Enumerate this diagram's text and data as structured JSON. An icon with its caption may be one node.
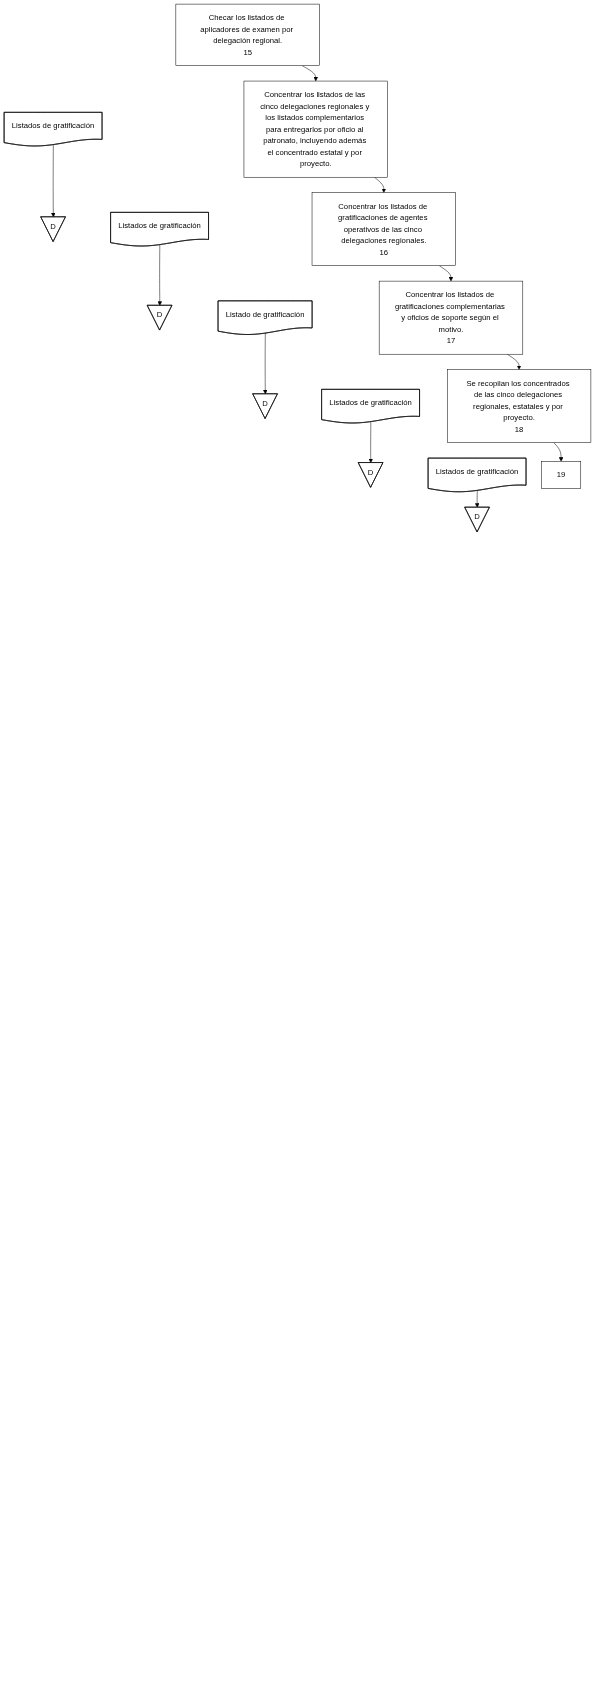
{
  "diagram": {
    "nodes": [
      {
        "text": [
          "Checar los listados de aplicadores de examen por delegación regional.",
          "15"
        ]
      },
      {
        "text": [
          "Listados de gratificación"
        ]
      },
      {
        "text": [
          "D"
        ]
      },
      {
        "text": [
          "Concentrar los listados de las cinco delegaciones regionales y los listados complementarios para entregarlos por oficio al patronato, incluyendo además el concentrado estatal y por proyecto."
        ]
      },
      {
        "text": [
          "Listados de gratificación"
        ]
      },
      {
        "text": [
          "D"
        ]
      },
      {
        "text": [
          "Concentrar los listados de gratificaciones de agentes operativos de las cinco delegaciones regionales.",
          "16"
        ]
      },
      {
        "text": [
          "Listado de gratificación"
        ]
      },
      {
        "text": [
          "D"
        ]
      },
      {
        "text": [
          "Concentrar los listados de gratificaciones complementarias y oficios de soporte según el motivo.",
          "17"
        ]
      },
      {
        "text": [
          "Listados de gratificación"
        ]
      },
      {
        "text": [
          "D"
        ]
      },
      {
        "text": [
          "Se recopilan los concentrados de las cinco delegaciones regionales, estatales y por proyecto.",
          "18"
        ]
      },
      {
        "text": [
          "Listados de gratificación"
        ]
      },
      {
        "text": [
          "D"
        ]
      },
      {
        "text": [
          "19"
        ]
      }
    ],
    "edges": [
      {
        "from": 0,
        "to": 3,
        "arrow": "to"
      },
      {
        "from": 1,
        "to": 2,
        "arrow": "to"
      },
      {
        "from": 3,
        "to": 6,
        "arrow": "to"
      },
      {
        "from": 4,
        "to": 5,
        "arrow": "to"
      },
      {
        "from": 6,
        "to": 9,
        "arrow": "to"
      },
      {
        "from": 7,
        "to": 8,
        "arrow": "to"
      },
      {
        "from": 9,
        "to": 12,
        "arrow": "to"
      },
      {
        "from": 10,
        "to": 11,
        "arrow": "to"
      },
      {
        "from": 12,
        "to": 15,
        "arrow": "to"
      },
      {
        "from": 13,
        "to": 14,
        "arrow": "to"
      }
    ]
  }
}
